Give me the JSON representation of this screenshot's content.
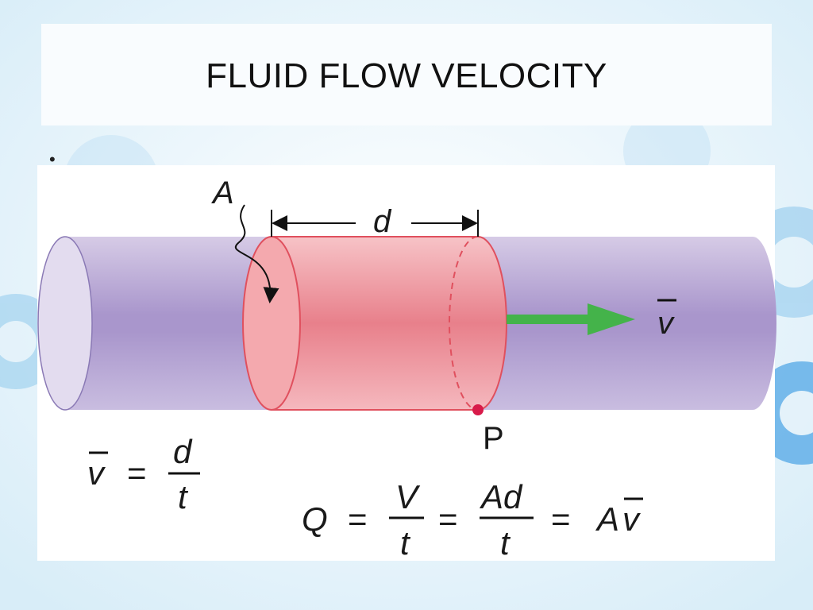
{
  "slide": {
    "title": "FLUID FLOW VELOCITY",
    "bullet": "•"
  },
  "diagram": {
    "labels": {
      "area": "A",
      "distance": "d",
      "velocity": "v",
      "point": "P"
    },
    "equation1": {
      "lhs": "v",
      "equals": "=",
      "numerator": "d",
      "denominator": "t"
    },
    "equation2": {
      "q": "Q",
      "eq1": "=",
      "frac1_num": "V",
      "frac1_den": "t",
      "eq2": "=",
      "frac2_num": "Ad",
      "frac2_den": "t",
      "eq3": "=",
      "rhs_a": "A",
      "rhs_v": "v"
    },
    "colors": {
      "pipe": "#b9a6d6",
      "fluid_segment": "#f2a7ac",
      "segment_edge": "#e0505e",
      "velocity_arrow": "#44b34a",
      "point": "#d81b4a"
    }
  }
}
